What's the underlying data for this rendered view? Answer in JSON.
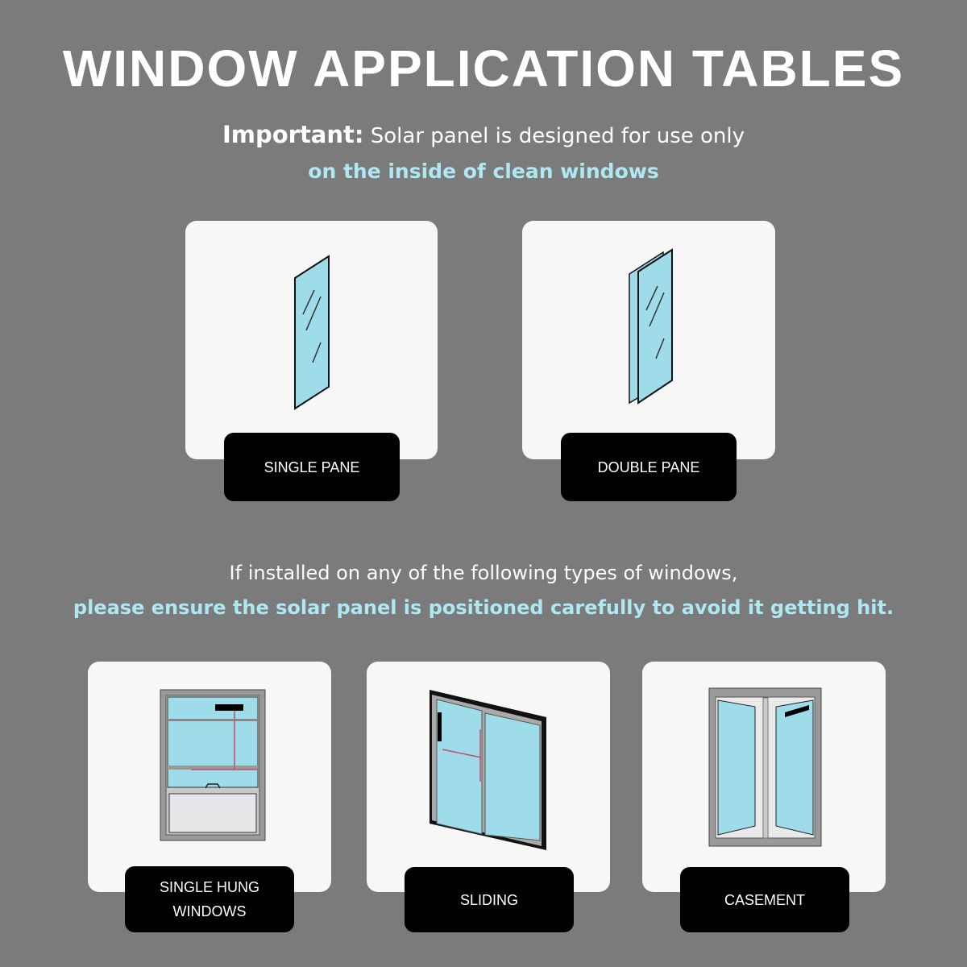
{
  "title": "WINDOW APPLICATION TABLES",
  "important": {
    "label": "Important:",
    "text": "Solar panel is designed for use only",
    "highlight": "on the inside of clean windows"
  },
  "compatible": [
    {
      "label": "SINGLE PANE",
      "icon": "single-pane-glass-icon"
    },
    {
      "label": "DOUBLE PANE",
      "icon": "double-pane-glass-icon"
    }
  ],
  "caution": {
    "text": "If installed on any of the following types of windows,",
    "highlight": "please ensure the solar panel is positioned carefully to avoid it getting hit."
  },
  "window_types": [
    {
      "label_line1": "SINGLE HUNG",
      "label_line2": "WINDOWS",
      "icon": "single-hung-window-icon"
    },
    {
      "label": "SLIDING",
      "icon": "sliding-window-icon"
    },
    {
      "label": "CASEMENT",
      "icon": "casement-window-icon"
    }
  ],
  "colors": {
    "background": "#7b7b7b",
    "highlight": "#aee8f2",
    "glass": "#9fdcea"
  }
}
